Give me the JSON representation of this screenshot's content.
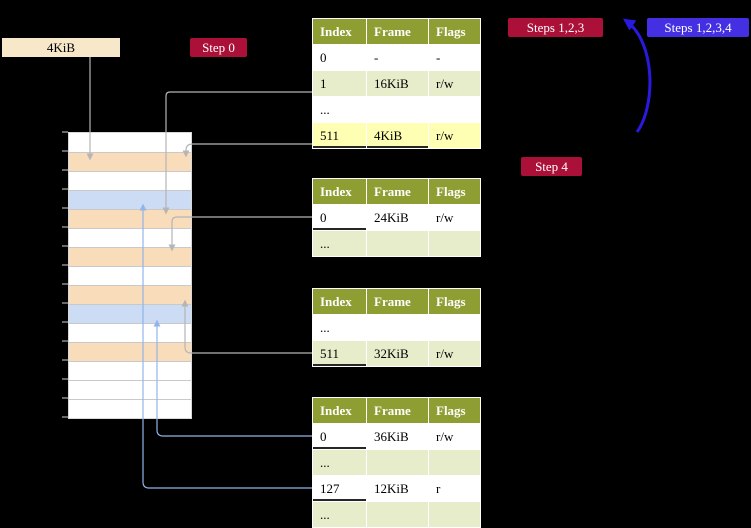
{
  "colors": {
    "background": "#000000",
    "badge_red": "#ab1038",
    "badge_blue": "#4430e2",
    "table_header_bg": "#8e9e32",
    "row_green": "#e7edcb",
    "row_highlight": "#ffffb3",
    "frame_box_bg": "#f6e8c9",
    "mem_white": "#ffffff",
    "mem_peach": "#f9dcba",
    "mem_blue": "#cbdcf4",
    "arrow_gray": "#b5b5b5",
    "arrow_lightblue": "#92b4ea",
    "arrow_blue": "#2a1ae0"
  },
  "labels": {
    "frame_box": "4KiB",
    "step0": "Step 0",
    "steps123": "Steps 1,2,3",
    "steps1234": "Steps 1,2,3,4",
    "step4": "Step 4"
  },
  "tables": [
    {
      "name": "level-4-page-table",
      "columns": [
        "Index",
        "Frame",
        "Flags"
      ],
      "rows": [
        {
          "cells": [
            "0",
            "-",
            "-"
          ],
          "bg": "white"
        },
        {
          "cells": [
            "1",
            "16KiB",
            "r/w"
          ],
          "bg": "green"
        },
        {
          "cells": [
            "...",
            "",
            ""
          ],
          "bg": "white"
        },
        {
          "cells": [
            "511",
            "4KiB",
            "r/w"
          ],
          "bg": "highlight",
          "selected": [
            0,
            1
          ]
        }
      ]
    },
    {
      "name": "level-3-page-table",
      "columns": [
        "Index",
        "Frame",
        "Flags"
      ],
      "rows": [
        {
          "cells": [
            "0",
            "24KiB",
            "r/w"
          ],
          "bg": "white",
          "selected": [
            0
          ]
        },
        {
          "cells": [
            "...",
            "",
            ""
          ],
          "bg": "green"
        }
      ]
    },
    {
      "name": "level-2-page-table",
      "columns": [
        "Index",
        "Frame",
        "Flags"
      ],
      "rows": [
        {
          "cells": [
            "...",
            "",
            ""
          ],
          "bg": "white"
        },
        {
          "cells": [
            "511",
            "32KiB",
            "r/w"
          ],
          "bg": "green",
          "selected": [
            0
          ]
        }
      ]
    },
    {
      "name": "level-1-page-table",
      "columns": [
        "Index",
        "Frame",
        "Flags"
      ],
      "rows": [
        {
          "cells": [
            "0",
            "36KiB",
            "r/w"
          ],
          "bg": "white",
          "selected": [
            0
          ]
        },
        {
          "cells": [
            "...",
            "",
            ""
          ],
          "bg": "green"
        },
        {
          "cells": [
            "127",
            "12KiB",
            "r"
          ],
          "bg": "white",
          "selected": [
            0
          ]
        },
        {
          "cells": [
            "...",
            "",
            ""
          ],
          "bg": "green"
        }
      ]
    }
  ],
  "memory_strip": {
    "rows": [
      "white",
      "peach",
      "white",
      "blue",
      "peach",
      "white",
      "peach",
      "white",
      "peach",
      "blue",
      "white",
      "peach",
      "white",
      "white",
      "white"
    ]
  }
}
